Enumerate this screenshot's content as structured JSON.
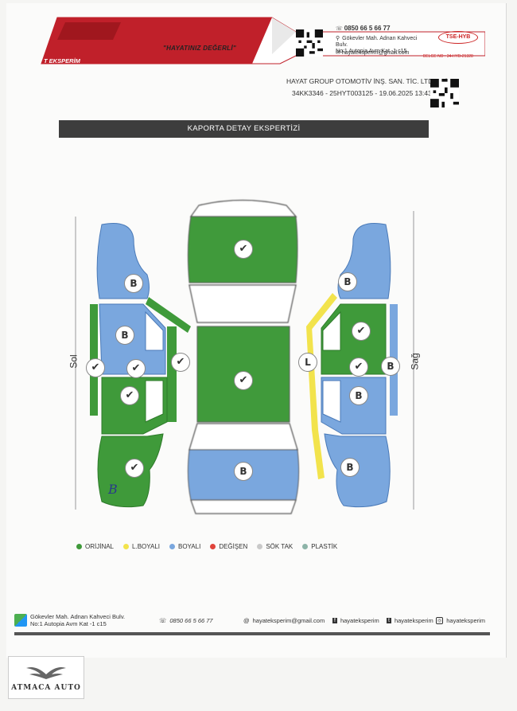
{
  "header": {
    "brand": "T EKSPERİM",
    "slogan": "\"HAYATINIZ DEĞERLİ\"",
    "phone": "0850 66 5 66 77",
    "address_line1": "Gökevler Mah. Adnan Kahveci Bulv.",
    "address_line2": "No:1 Autopia Avm Kat -1 c15",
    "email": "hayateksperim@gmail.com",
    "tse_badge": "TSE-HYB",
    "belge": "BELGE NO : 34-HYB-21328"
  },
  "company": {
    "name": "HAYAT GROUP OTOMOTİV İNŞ. SAN. TİC. LTD. ŞTİ.",
    "report_line": "34KK3346 - 25HYT003125 - 19.06.2025 13:43"
  },
  "section_title": "KAPORTA DETAY EKSPERTİZİ",
  "sides": {
    "left": "Sol",
    "right": "Sağ"
  },
  "marks": {
    "check": "✔",
    "boyali": "B",
    "lokal": "L"
  },
  "handwritten": "B",
  "legend": [
    {
      "label": "ORİJİNAL",
      "color": "#3f9a3a"
    },
    {
      "label": "L.BOYALI",
      "color": "#f2e34c"
    },
    {
      "label": "BOYALI",
      "color": "#7aa7de"
    },
    {
      "label": "DEĞİŞEN",
      "color": "#e0433b"
    },
    {
      "label": "SÖK TAK",
      "color": "#c9c9c9"
    },
    {
      "label": "PLASTİK",
      "color": "#8db4a8"
    }
  ],
  "footer": {
    "address_line1": "Gökevler Mah. Adnan Kahveci Bulv.",
    "address_line2": "No:1 Autopia Avm Kat -1 c15",
    "phone": "0850 66 5 66 77",
    "email": "hayateksperim@gmail.com",
    "facebook": "hayateksperim",
    "twitter": "hayateksperim",
    "instagram": "hayateksperim"
  },
  "watermark_logo": "ATMACA AUTO",
  "colors": {
    "original": "#3f9a3a",
    "painted": "#7aa7de",
    "local": "#f2e34c",
    "header_red": "#c0202a"
  }
}
